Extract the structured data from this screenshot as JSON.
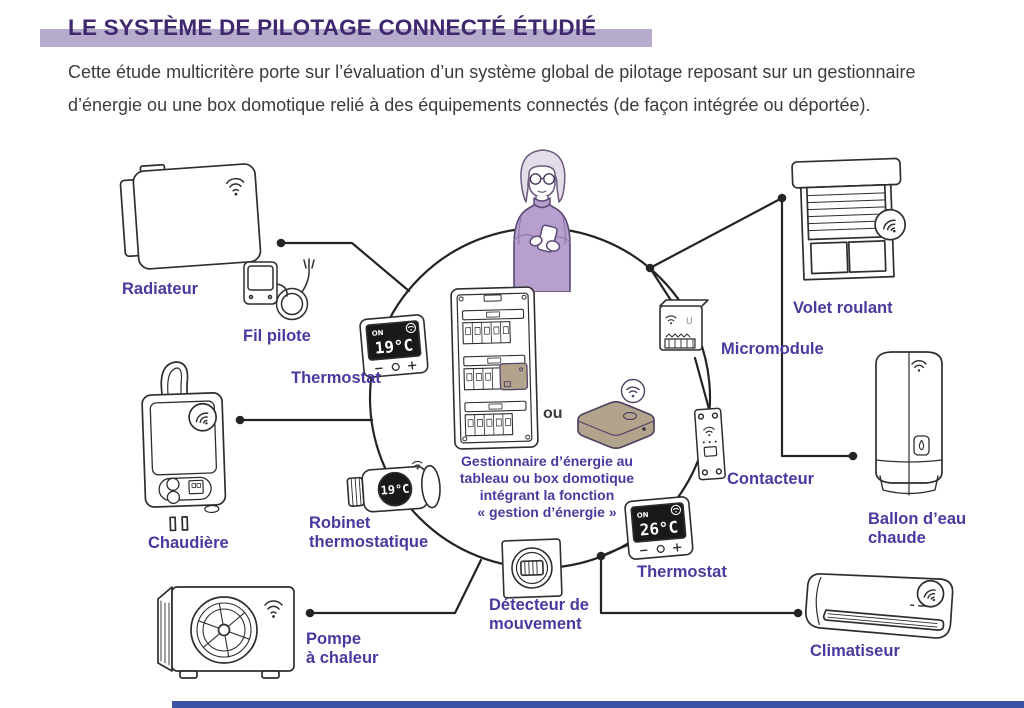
{
  "header": {
    "title": "LE SYSTÈME DE PILOTAGE CONNECTÉ ÉTUDIÉ"
  },
  "intro": {
    "line1": "Cette étude multicritère porte sur l’évaluation d’un système global de pilotage reposant sur un gestionnaire",
    "line2": "d’énergie ou une box domotique relié à des équipements connectés (de façon intégrée ou déportée)."
  },
  "diagram": {
    "or_label": "ou",
    "center_caption": {
      "line1": "Gestionnaire d’énergie au",
      "line2": "tableau ou box domotique",
      "line3": "intégrant la fonction",
      "line4": "« gestion d’énergie »"
    },
    "labels": {
      "radiateur": "Radiateur",
      "fil_pilote": "Fil pilote",
      "thermostat_top": "Thermostat",
      "volet_roulant": "Volet roulant",
      "micromodule": "Micromodule",
      "contacteur": "Contacteur",
      "ballon": {
        "line1": "Ballon d’eau",
        "line2": "chaude"
      },
      "chaudiere": "Chaudière",
      "robinet": {
        "line1": "Robinet",
        "line2": "thermostatique"
      },
      "pompe": {
        "line1": "Pompe",
        "line2": "à chaleur"
      },
      "detecteur": {
        "line1": "Détecteur de",
        "line2": "mouvement"
      },
      "thermostat_bottom": "Thermostat",
      "climatiseur": "Climatiseur"
    },
    "displays": {
      "thermostat_top_status": "ON",
      "thermostat_top_temp": "19°C",
      "thermostat_bottom_status": "ON",
      "thermostat_bottom_temp": "26°C",
      "robinet_temp": "19°C",
      "micromodule_mark": "U"
    },
    "icons": {
      "wifi": "wifi-signal-icon",
      "wifi_badge": "wifi-signal-badge-icon",
      "droplet": "water-droplet-icon"
    }
  },
  "colors": {
    "title": "#40286e",
    "title_highlight": "#b6aacd",
    "label": "#483a9e",
    "body_text": "#3c3c3c",
    "line_art": "#2e2e2e",
    "accent_tan": "#b2a48c",
    "sweater_purple": "#b79fce",
    "footer_bar": "#3b52a5"
  }
}
